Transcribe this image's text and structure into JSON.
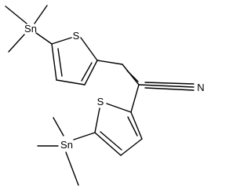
{
  "molecule": {
    "atoms": {
      "sn_top": "Sn",
      "s_top": "S",
      "n_nitrile": "N",
      "s_bottom": "S",
      "sn_bottom": "Sn"
    }
  }
}
